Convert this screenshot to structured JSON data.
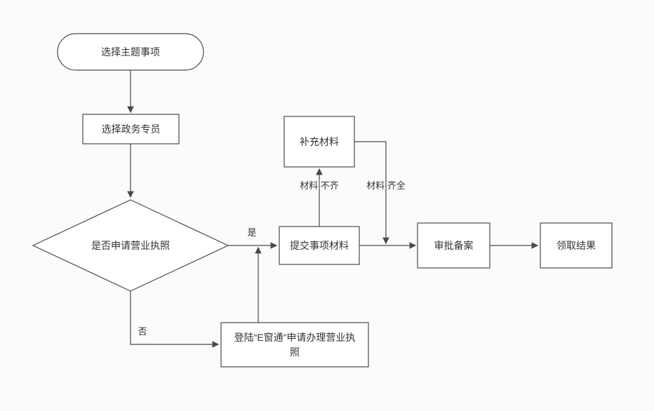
{
  "diagram": {
    "colors": {
      "stroke": "#4a4a4a",
      "node_fill": "#ffffff",
      "text": "#333333",
      "background": "#fbfbfb"
    },
    "nodes": {
      "start": {
        "label": "选择主题事项",
        "shape": "stadium"
      },
      "select_specialist": {
        "label": "选择政务专员",
        "shape": "rect"
      },
      "decision_license": {
        "label": "是否申请营业执照",
        "shape": "diamond"
      },
      "submit_materials": {
        "label": "提交事项材料",
        "shape": "rect"
      },
      "supplement_materials": {
        "label": "补充材料",
        "shape": "rect"
      },
      "ewindow_login": {
        "label": "登陆“E窗通”申请办理营业执照",
        "shape": "rect"
      },
      "approval_record": {
        "label": "审批备案",
        "shape": "rect"
      },
      "receive_result": {
        "label": "领取结果",
        "shape": "rect"
      }
    },
    "edge_labels": {
      "yes": "是",
      "no": "否",
      "materials_incomplete": "材料 不齐",
      "materials_complete": "材料 齐全"
    }
  }
}
